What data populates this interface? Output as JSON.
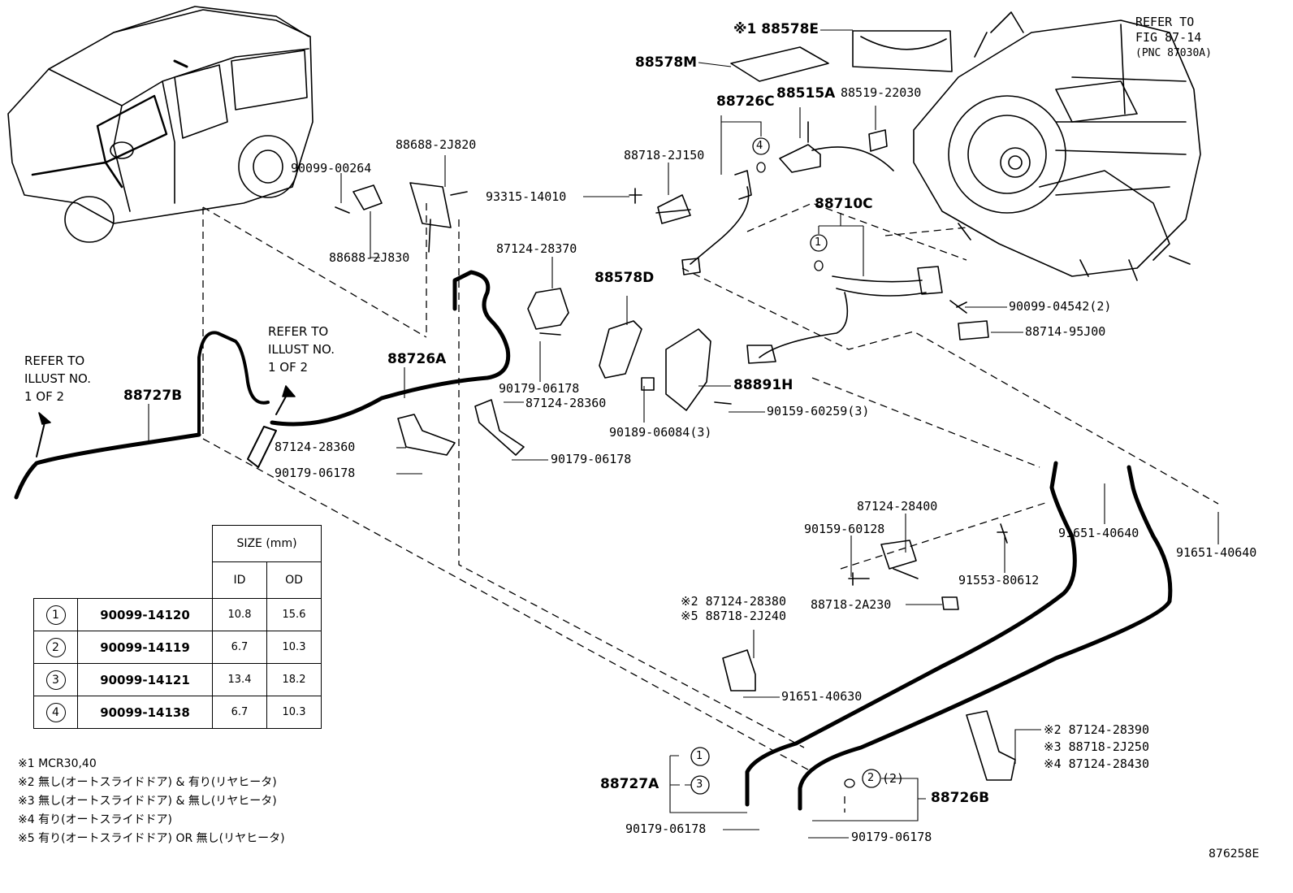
{
  "diagram_id": "876258E",
  "refer_fig": {
    "line1": "REFER TO",
    "line2": "FIG 87-14",
    "line3": "(PNC 87030A)"
  },
  "refer_illust_left": {
    "line1": "REFER TO",
    "line2": "ILLUST NO.",
    "line3": "1 OF 2"
  },
  "refer_illust_mid": {
    "line1": "REFER TO",
    "line2": "ILLUST NO.",
    "line3": "1 OF 2"
  },
  "labels": {
    "p88578E": "※1 88578E",
    "p88578M": "88578M",
    "p88726C": "88726C",
    "p88515A": "88515A",
    "p88519_22030": "88519-22030",
    "p90099_00264": "90099-00264",
    "p88688_2J820": "88688-2J820",
    "p88688_2J830": "88688-2J830",
    "p88718_2J150": "88718-2J150",
    "p93315_14010": "93315-14010",
    "p88710C": "88710C",
    "p87124_28370": "87124-28370",
    "p88578D": "88578D",
    "p90099_04542": "90099-04542(2)",
    "p88714_95J00": "88714-95J00",
    "p88726A": "88726A",
    "p88727B": "88727B",
    "p90179_06178_a": "90179-06178",
    "p87124_28360_a": "87124-28360",
    "p88891H": "88891H",
    "p90159_60259": "90159-60259(3)",
    "p87124_28360_b": "87124-28360",
    "p90189_06084": "90189-06084(3)",
    "p90179_06178_b": "90179-06178",
    "p90179_06178_c": "90179-06178",
    "p87124_28400": "87124-28400",
    "p90159_60128": "90159-60128",
    "p91651_40640_a": "91651-40640",
    "p91651_40640_b": "91651-40640",
    "p91553_80612": "91553-80612",
    "p88718_2A230": "88718-2A230",
    "p87124_28380": "※2 87124-28380",
    "p88718_2J240": "※5 88718-2J240",
    "p91651_40630": "91651-40630",
    "p87124_28390": "※2 87124-28390",
    "p88718_2J250": "※3 88718-2J250",
    "p87124_28430": "※4 87124-28430",
    "p88727A": "88727A",
    "p88726B": "88726B",
    "p90179_06178_d": "90179-06178",
    "p90179_06178_e": "90179-06178",
    "qty_2": "(2)"
  },
  "callouts": {
    "c1a": "1",
    "c4": "4",
    "c1b": "1",
    "c1c": "1",
    "c3": "3",
    "c2": "2"
  },
  "size_table": {
    "header_size": "SIZE (mm)",
    "col_id": "ID",
    "col_od": "OD",
    "rows": [
      {
        "ref": "1",
        "part": "90099-14120",
        "id": "10.8",
        "od": "15.6"
      },
      {
        "ref": "2",
        "part": "90099-14119",
        "id": "6.7",
        "od": "10.3"
      },
      {
        "ref": "3",
        "part": "90099-14121",
        "id": "13.4",
        "od": "18.2"
      },
      {
        "ref": "4",
        "part": "90099-14138",
        "id": "6.7",
        "od": "10.3"
      }
    ]
  },
  "notes": [
    "※1 MCR30,40",
    "※2 無し(オートスライドドア) & 有り(リヤヒータ)",
    "※3 無し(オートスライドドア) & 無し(リヤヒータ)",
    "※4 有り(オートスライドドア)",
    "※5 有り(オートスライドドア) OR 無し(リヤヒータ)"
  ]
}
